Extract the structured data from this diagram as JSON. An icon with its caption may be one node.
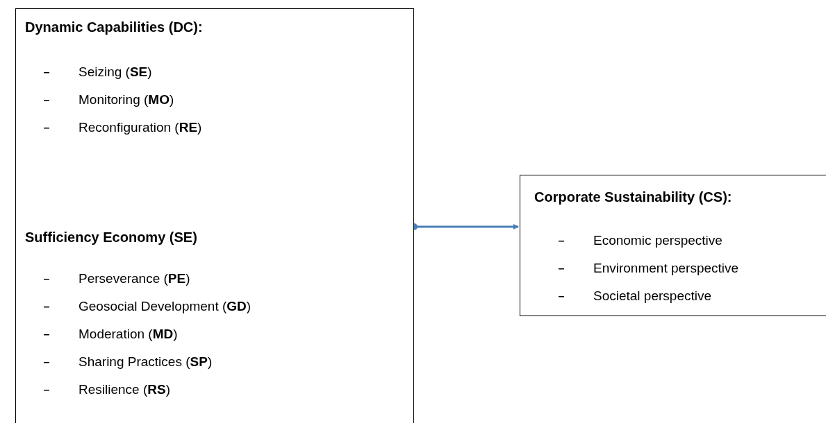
{
  "diagram": {
    "nodes": [
      {
        "text": [
          "Dynamic Capabilities (DC):",
          "Seizing (**SE**)",
          "Monitoring (**MO**)",
          "Reconfiguration (**RE**)",
          "Sufficiency Economy (SE)",
          "Perseverance (**PE**)",
          "Geosocial Development (**GD**)",
          "Moderation (**MD**)",
          "Sharing Practices (**SP**)",
          "Resilience (**RS**)"
        ]
      },
      {
        "text": [
          "Corporate Sustainability (CS):",
          "Economic perspective",
          "Environment perspective",
          "Societal perspective"
        ]
      }
    ],
    "edges": [
      {
        "from": 0,
        "to": 1,
        "arrow": "to",
        "color": "#4a7ebb"
      }
    ]
  }
}
